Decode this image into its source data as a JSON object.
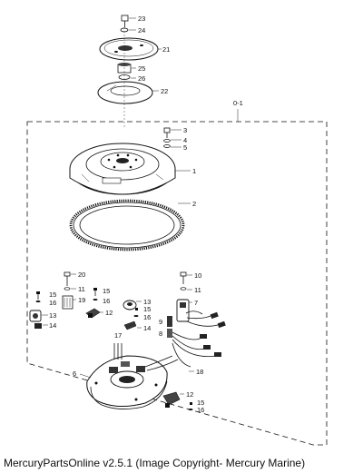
{
  "diagram": {
    "assembly_label": "0-1",
    "part_labels": {
      "p23": "23",
      "p24": "24",
      "p21": "21",
      "p25": "25",
      "p26": "26",
      "p22": "22",
      "p3": "3",
      "p4": "4",
      "p5": "5",
      "p1": "1",
      "p2": "2",
      "p20": "20",
      "p11a": "11",
      "p15a": "15",
      "p16a": "16",
      "p19": "19",
      "p13a": "13",
      "p14a": "14",
      "p15b": "15",
      "p16b": "16",
      "p12a": "12",
      "p13b": "13",
      "p15c": "15",
      "p16c": "16",
      "p14b": "14",
      "p10": "10",
      "p11b": "11",
      "p7": "7",
      "p9": "9",
      "p8": "8",
      "p17": "17",
      "p6": "6",
      "p18": "18",
      "p12b": "12",
      "p15d": "15",
      "p16d": "16"
    }
  },
  "footer": {
    "text": "MercuryPartsOnline v2.5.1 (Image Copyright- Mercury Marine)"
  }
}
